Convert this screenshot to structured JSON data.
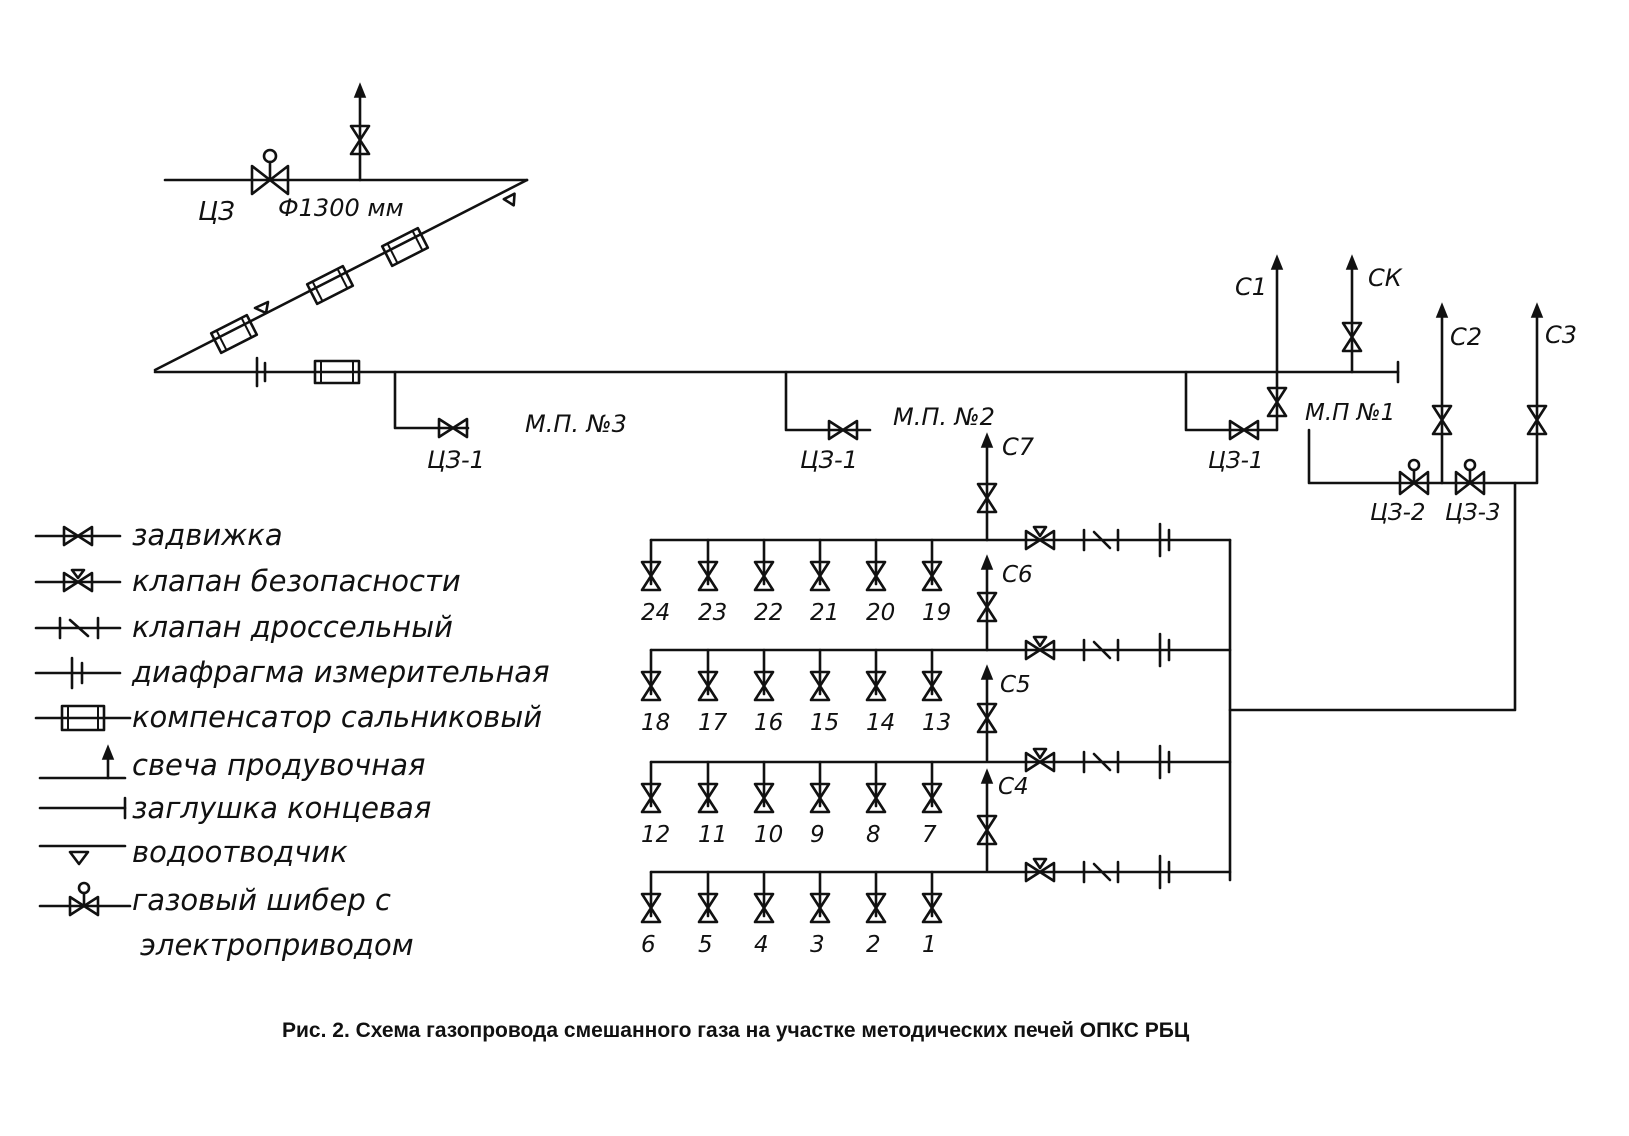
{
  "labels": {
    "cz_main": "ЦЗ",
    "diameter": "Ф1300 мм",
    "mp3": "М.П. №3",
    "mp2": "М.П. №2",
    "mp1": "М.П №1",
    "cz1": "ЦЗ-1",
    "cz2": "ЦЗ-2",
    "cz3": "ЦЗ-3",
    "c1": "С1",
    "ck": "СК",
    "c2": "С2",
    "c3": "С3",
    "c4": "С4",
    "c5": "С5",
    "c6": "С6",
    "c7": "С7"
  },
  "burner_rows": [
    [
      "24",
      "23",
      "22",
      "21",
      "20",
      "19"
    ],
    [
      "18",
      "17",
      "16",
      "15",
      "14",
      "13"
    ],
    [
      "12",
      "11",
      "10",
      "9",
      "8",
      "7"
    ],
    [
      "6",
      "5",
      "4",
      "3",
      "2",
      "1"
    ]
  ],
  "legend": [
    {
      "icon": "gate-valve-icon",
      "text": "задвижка"
    },
    {
      "icon": "safety-valve-icon",
      "text": "клапан безопасности"
    },
    {
      "icon": "throttle-valve-icon",
      "text": "клапан дроссельный"
    },
    {
      "icon": "orifice-plate-icon",
      "text": "диафрагма измерительная"
    },
    {
      "icon": "gland-compensator-icon",
      "text": "компенсатор сальниковый"
    },
    {
      "icon": "purge-candle-icon",
      "text": "свеча продувочная"
    },
    {
      "icon": "end-cap-icon",
      "text": "заглушка концевая"
    },
    {
      "icon": "drain-icon",
      "text": "водоотводчик"
    },
    {
      "icon": "motorized-gate-icon",
      "text": "газовый шибер с"
    },
    {
      "icon": "",
      "text": "электроприводом"
    }
  ],
  "caption": "Рис. 2.  Схема газопровода смешанного газа на участке методических печей ОПКС РБЦ"
}
